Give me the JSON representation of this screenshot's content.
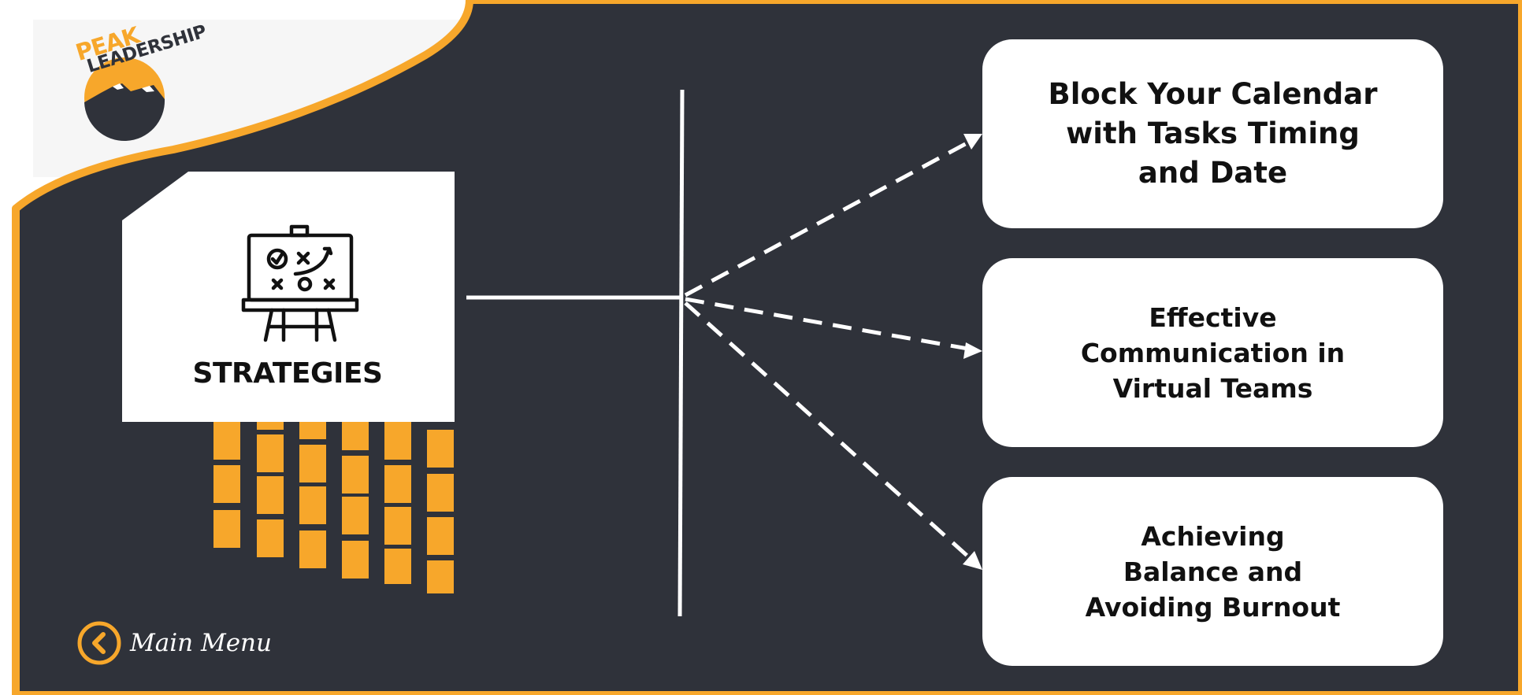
{
  "colors": {
    "accent": "#f7a72b",
    "background": "#2f323a",
    "card": "#ffffff",
    "text": "#111111"
  },
  "logo": {
    "line1": "PEAK",
    "line2": "LEADERSHIP",
    "icon": "mountain-sun-icon"
  },
  "center": {
    "label": "STRATEGIES",
    "icon": "strategy-board-icon"
  },
  "branches": [
    {
      "text": "Block Your Calendar\nwith Tasks Timing\nand Date"
    },
    {
      "text": "Effective\nCommunication in\nVirtual Teams"
    },
    {
      "text": "Achieving\nBalance and\nAvoiding Burnout"
    }
  ],
  "nav": {
    "main_menu_label": "Main Menu",
    "icon": "chevron-left-icon"
  }
}
